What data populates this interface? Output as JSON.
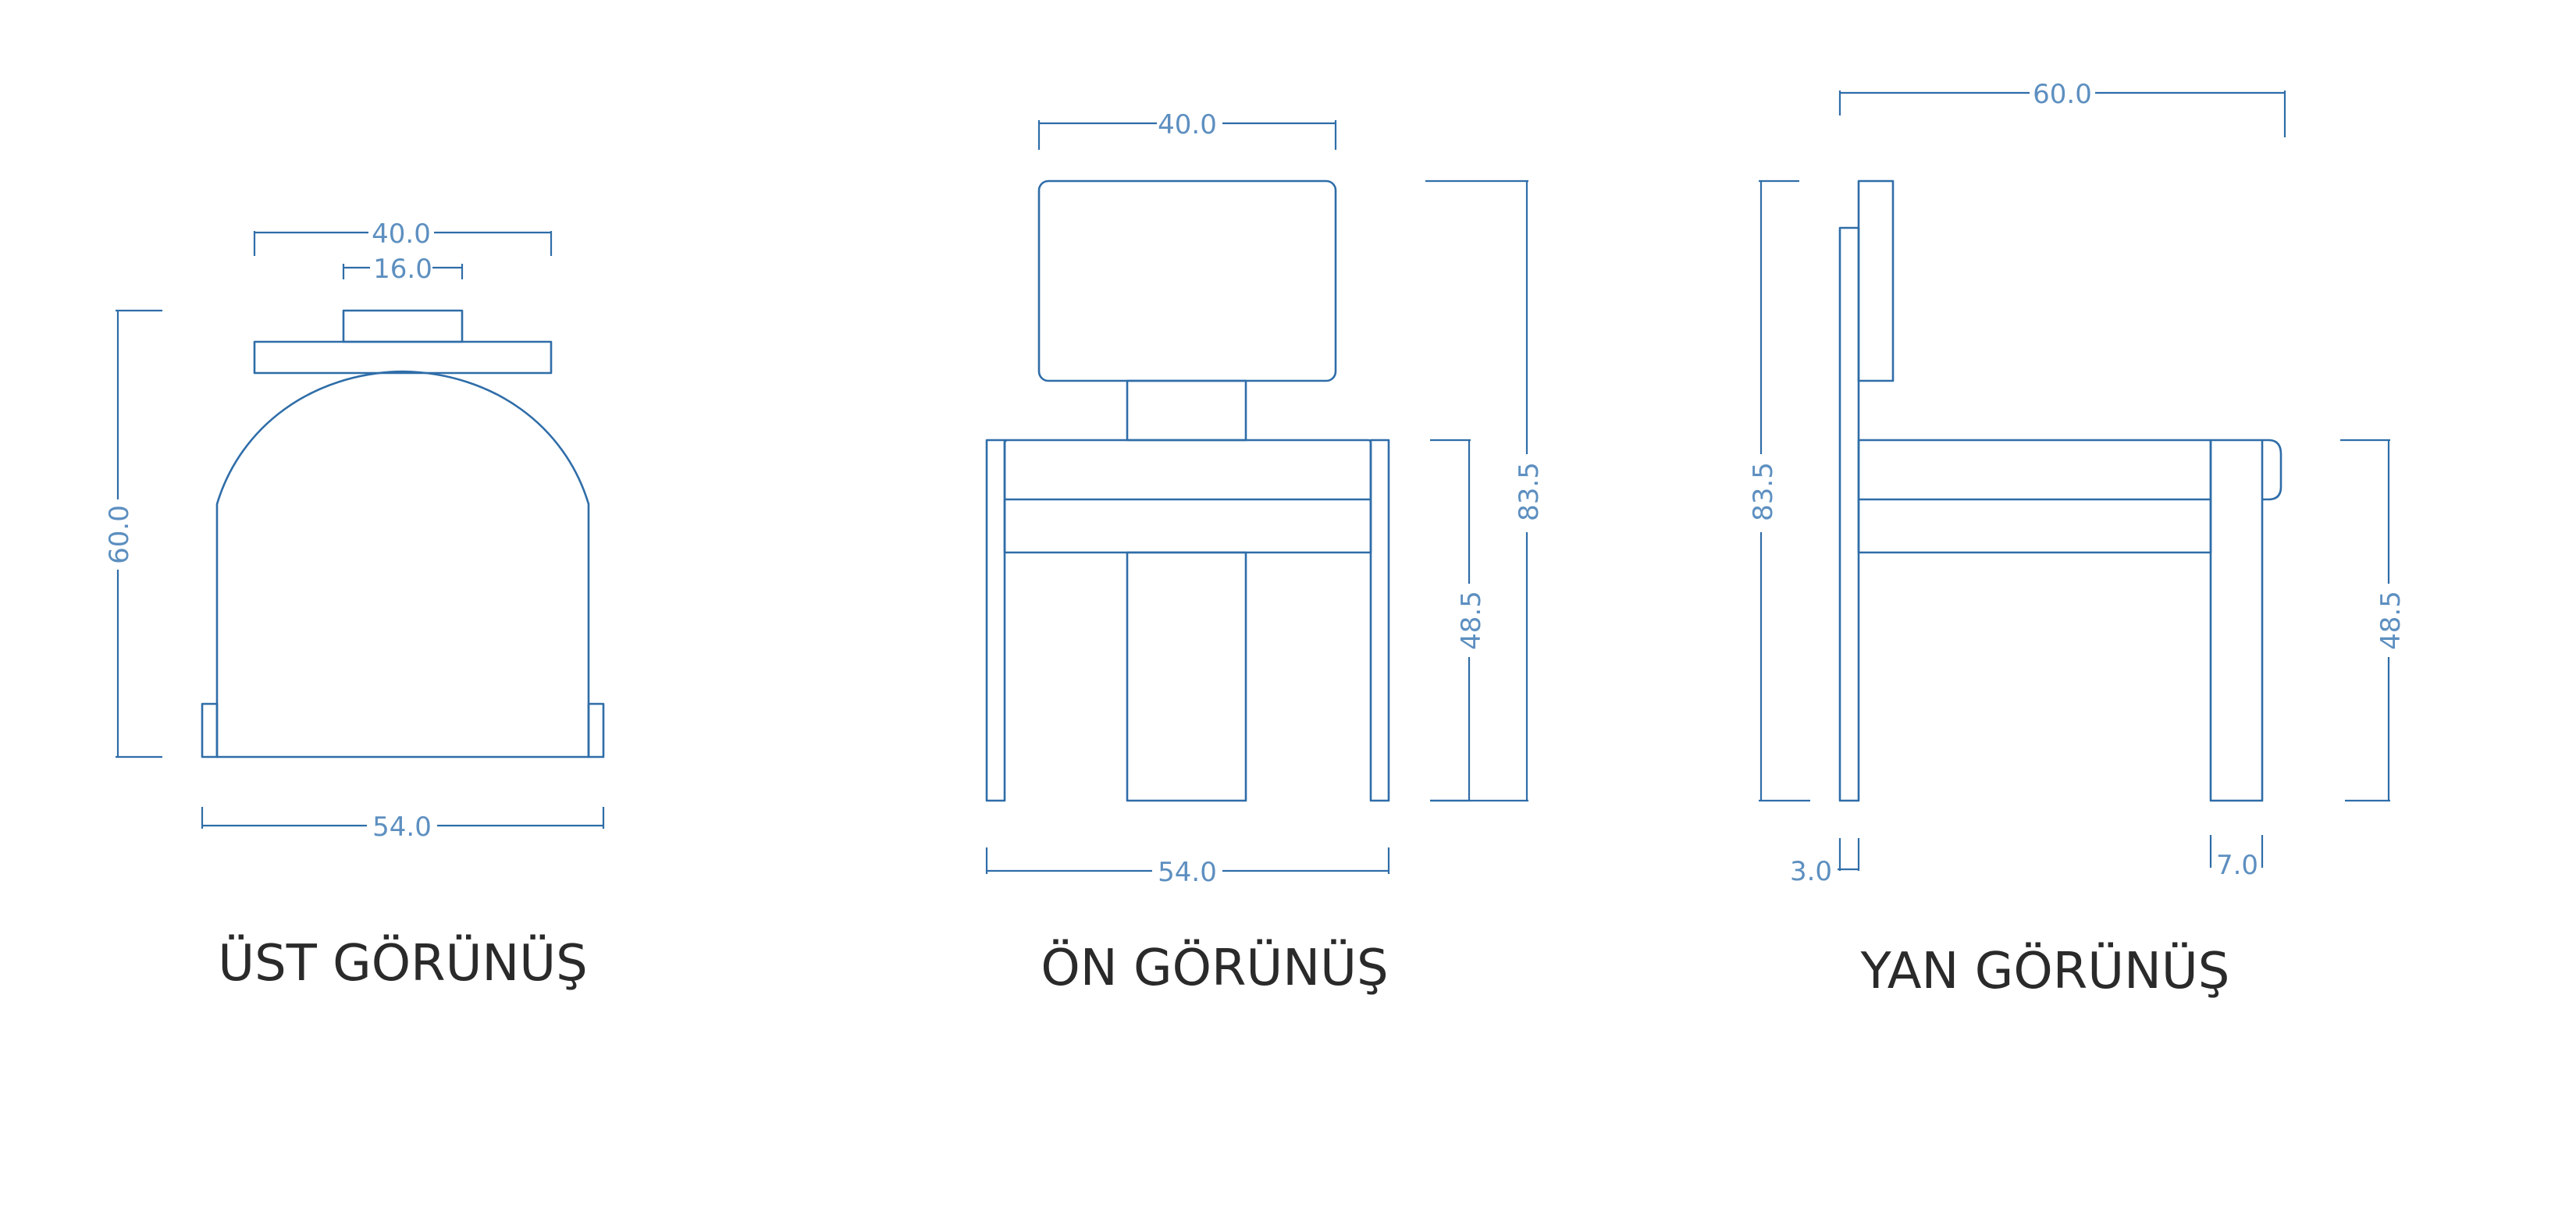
{
  "views": {
    "top": {
      "title": "ÜST GÖRÜNÜŞ",
      "dims": {
        "width_top": "40.0",
        "width_inner": "16.0",
        "depth": "60.0",
        "width_bottom": "54.0"
      }
    },
    "front": {
      "title": "ÖN GÖRÜNÜŞ",
      "dims": {
        "backrest_width": "40.0",
        "total_height": "83.5",
        "seat_height": "48.5",
        "width": "54.0"
      }
    },
    "side": {
      "title": "YAN GÖRÜNÜŞ",
      "dims": {
        "depth": "60.0",
        "total_height": "83.5",
        "seat_height": "48.5",
        "back_thickness": "3.0",
        "leg_thickness": "7.0"
      }
    }
  },
  "colors": {
    "line": "#2f6da8",
    "dim_text": "#5d8fc0",
    "title": "#2a2a2a",
    "background": "#ffffff"
  }
}
